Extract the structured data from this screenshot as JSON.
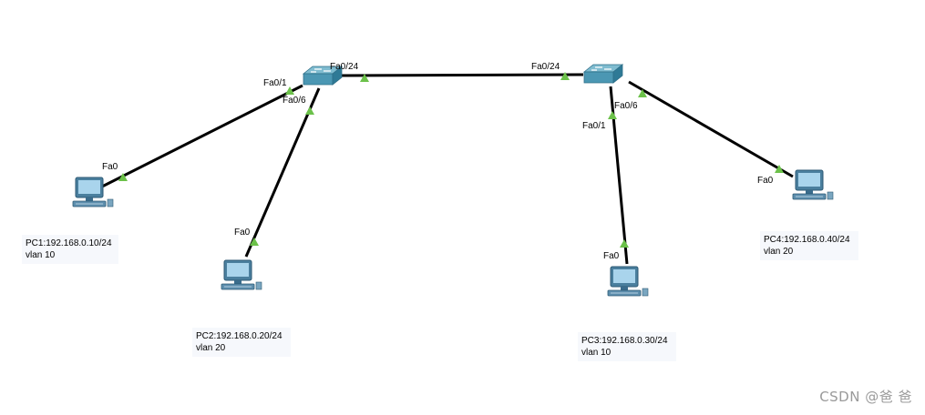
{
  "colors": {
    "link": "#000000",
    "link_light": "#6cc14a",
    "switch_top": "#7fbcd0",
    "switch_side": "#3e8aa6",
    "pc_screen": "#9fcde8",
    "pc_body": "#3a6c8c",
    "note_bg": "#f6f8fc"
  },
  "devices": {
    "switch1": {
      "icon": "switch-icon"
    },
    "switch2": {
      "icon": "switch-icon"
    },
    "pc1": {
      "icon": "pc-icon",
      "port": "Fa0",
      "note_line1": "PC1:192.168.0.10/24",
      "note_line2": "vlan 10"
    },
    "pc2": {
      "icon": "pc-icon",
      "port": "Fa0",
      "note_line1": "PC2:192.168.0.20/24",
      "note_line2": "vlan 20"
    },
    "pc3": {
      "icon": "pc-icon",
      "port": "Fa0",
      "note_line1": "PC3:192.168.0.30/24",
      "note_line2": "vlan 10"
    },
    "pc4": {
      "icon": "pc-icon",
      "port": "Fa0",
      "note_line1": "PC4:192.168.0.40/24",
      "note_line2": "vlan 20"
    }
  },
  "ports": {
    "sw1_fa01": "Fa0/1",
    "sw1_fa06": "Fa0/6",
    "sw1_fa024": "Fa0/24",
    "sw2_fa024": "Fa0/24",
    "sw2_fa06": "Fa0/6",
    "sw2_fa01": "Fa0/1"
  },
  "watermark": "CSDN @爸  爸"
}
